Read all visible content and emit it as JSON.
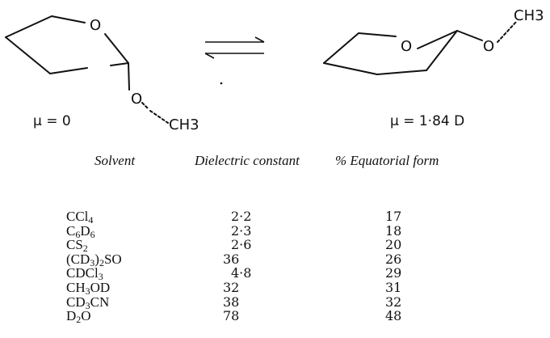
{
  "scheme": {
    "left_ring_oxygen": "O",
    "left_substituent_oxygen": "O",
    "left_methyl": "CH3",
    "right_ring_oxygen": "O",
    "right_substituent_oxygen": "O",
    "right_methyl": "CH3",
    "left_dipole": "μ  = 0",
    "right_dipole": "μ  = 1·84 D"
  },
  "table": {
    "headers": [
      "Solvent",
      "Dielectric constant",
      "% Equatorial form"
    ],
    "rows": [
      {
        "solvent": [
          {
            "t": "CCl"
          },
          {
            "t": "4",
            "sub": true
          }
        ],
        "dielectric": "2·2",
        "equatorial": "17"
      },
      {
        "solvent": [
          {
            "t": "C"
          },
          {
            "t": "6",
            "sub": true
          },
          {
            "t": "D"
          },
          {
            "t": "6",
            "sub": true
          }
        ],
        "dielectric": "2·3",
        "equatorial": "18"
      },
      {
        "solvent": [
          {
            "t": "CS"
          },
          {
            "t": "2",
            "sub": true
          }
        ],
        "dielectric": "2·6",
        "equatorial": "20"
      },
      {
        "solvent": [
          {
            "t": "(CD"
          },
          {
            "t": "3",
            "sub": true
          },
          {
            "t": ")"
          },
          {
            "t": "2",
            "sub": true
          },
          {
            "t": "SO"
          }
        ],
        "dielectric": "36",
        "equatorial": "26"
      },
      {
        "solvent": [
          {
            "t": "CDCl"
          },
          {
            "t": "3",
            "sub": true
          }
        ],
        "dielectric": "4·8",
        "equatorial": "29"
      },
      {
        "solvent": [
          {
            "t": "CH"
          },
          {
            "t": "3",
            "sub": true
          },
          {
            "t": "OD"
          }
        ],
        "dielectric": "32",
        "equatorial": "31"
      },
      {
        "solvent": [
          {
            "t": "CD"
          },
          {
            "t": "3",
            "sub": true
          },
          {
            "t": "CN"
          }
        ],
        "dielectric": "38",
        "equatorial": "32"
      },
      {
        "solvent": [
          {
            "t": "D"
          },
          {
            "t": "2",
            "sub": true
          },
          {
            "t": "O"
          }
        ],
        "dielectric": "78",
        "equatorial": "48"
      }
    ]
  }
}
